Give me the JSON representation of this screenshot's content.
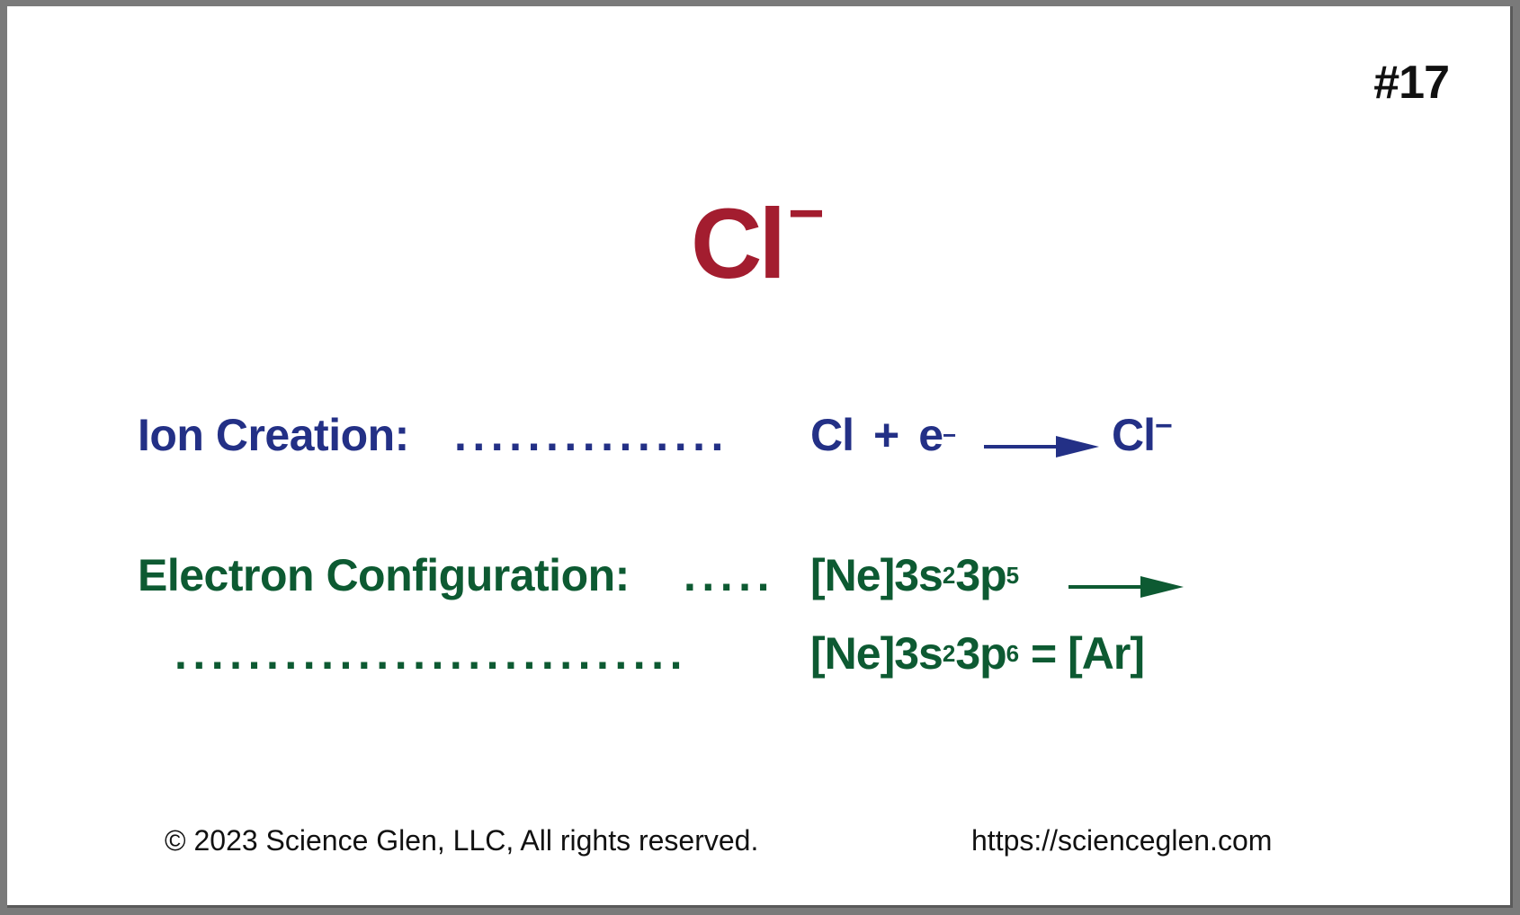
{
  "card": {
    "number": "#17",
    "ion": {
      "symbol": "Cl",
      "charge": "−"
    }
  },
  "ion_creation": {
    "label": "Ion Creation:",
    "dots": "...............",
    "reactant": "Cl",
    "plus": "+",
    "electron": "e",
    "electron_charge": "−",
    "product": "Cl",
    "product_charge": "−"
  },
  "electron_configuration": {
    "label": "Electron Configuration:",
    "dots_1": ".....",
    "config_before": {
      "core": "[Ne]3s",
      "s_exp": "2",
      "p": "3p",
      "p_exp": "5"
    },
    "dots_2": "............................",
    "config_after": {
      "core": "[Ne]3s",
      "s_exp": "2",
      "p": "3p",
      "p_exp": "6",
      "equals": "= [Ar]"
    }
  },
  "footer": {
    "copyright": "© 2023 Science Glen, LLC, All rights reserved.",
    "url": "https://scienceglen.com"
  },
  "colors": {
    "ion_title": "#a31d2f",
    "ion_creation": "#233086",
    "electron_configuration": "#0d5a32"
  }
}
